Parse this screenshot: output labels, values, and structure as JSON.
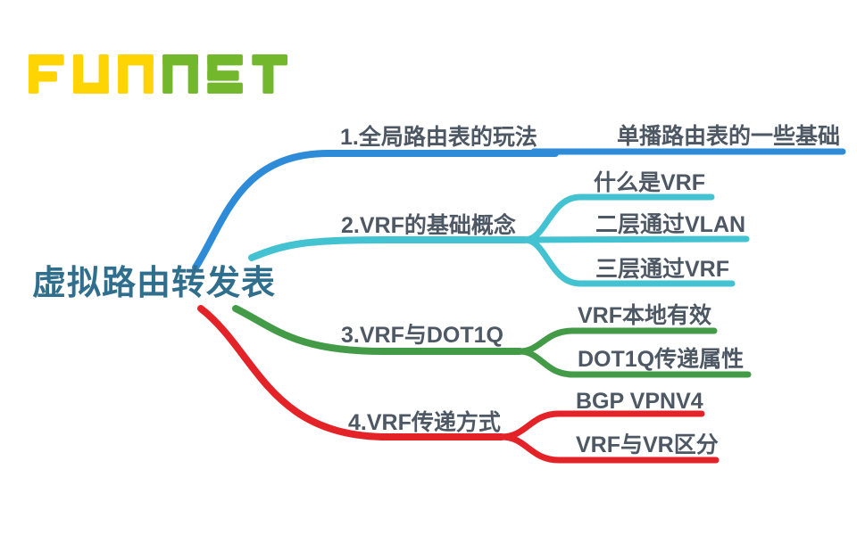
{
  "logo": {
    "fun": "FUN",
    "net": "NET",
    "yellow": "#ffd402",
    "green": "#72b72c"
  },
  "root": {
    "label": "虚拟路由转发表",
    "color": "#2f6e8c"
  },
  "text_color": "#4d5864",
  "branches": [
    {
      "label": "1.全局路由表的玩法",
      "color": "#2d8bd8",
      "children": [
        {
          "label": "单播路由表的一些基础"
        }
      ]
    },
    {
      "label": "2.VRF的基础概念",
      "color": "#43c2d1",
      "children": [
        {
          "label": "什么是VRF"
        },
        {
          "label": "二层通过VLAN"
        },
        {
          "label": "三层通过VRF"
        }
      ]
    },
    {
      "label": "3.VRF与DOT1Q",
      "color": "#439b47",
      "children": [
        {
          "label": "VRF本地有效"
        },
        {
          "label": "DOT1Q传递属性"
        }
      ]
    },
    {
      "label": "4.VRF传递方式",
      "color": "#e32328",
      "children": [
        {
          "label": "BGP VPNV4"
        },
        {
          "label": "VRF与VR区分"
        }
      ]
    }
  ]
}
